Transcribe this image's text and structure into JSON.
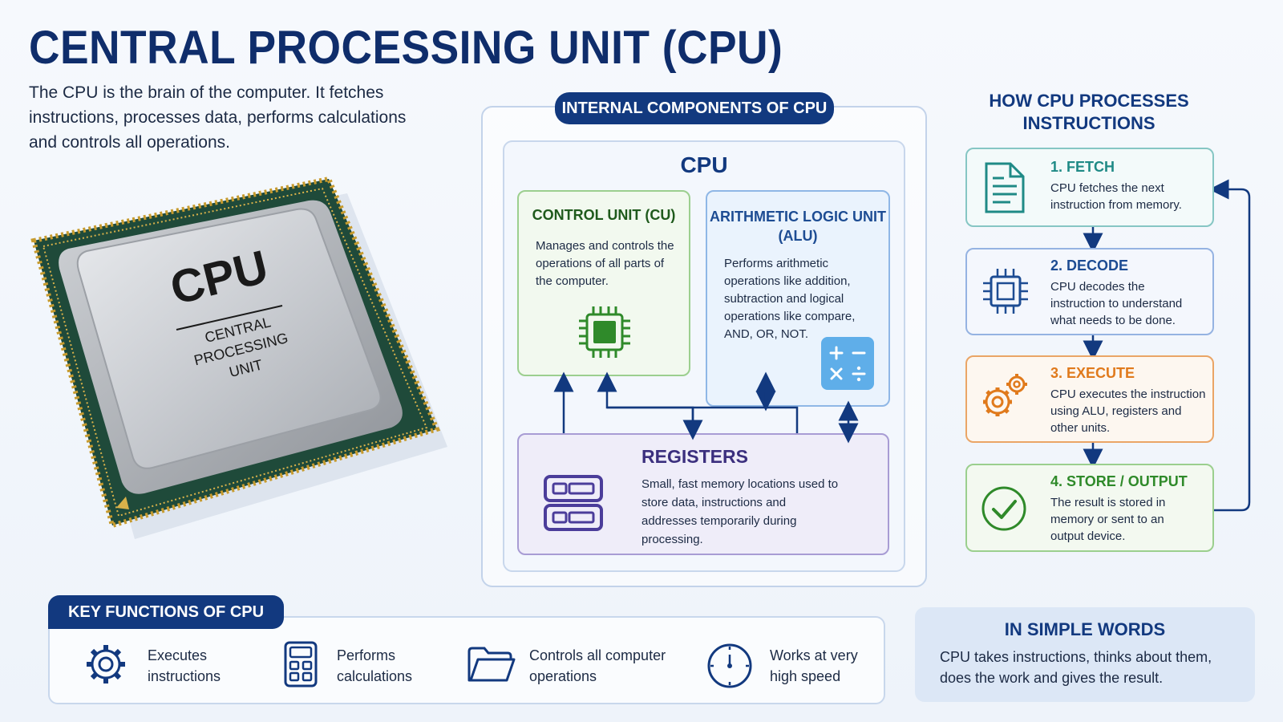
{
  "header": {
    "title": "CENTRAL PROCESSING UNIT (CPU)",
    "intro": "The CPU is the brain of the computer. It fetches instructions, processes data, performs calculations and controls all operations."
  },
  "chip_image": {
    "label_big": "CPU",
    "label_small": [
      "CENTRAL",
      "PROCESSING",
      "UNIT"
    ]
  },
  "internal": {
    "heading": "INTERNAL COMPONENTS OF CPU",
    "cpu_label": "CPU",
    "control_unit": {
      "title": "CONTROL UNIT (CU)",
      "desc": "Manages and controls the operations of all parts of the computer.",
      "icon": "microchip-icon"
    },
    "alu": {
      "title": "ARITHMETIC LOGIC UNIT (ALU)",
      "desc": "Performs arithmetic operations like addition, subtraction and logical operations like compare, AND, OR, NOT.",
      "icon": "calculator-symbols-icon"
    },
    "registers": {
      "title": "REGISTERS",
      "desc": "Small, fast memory locations used to store data, instructions and addresses temporarily during processing.",
      "icon": "registers-stack-icon"
    }
  },
  "process": {
    "heading": "HOW CPU PROCESSES INSTRUCTIONS",
    "steps": [
      {
        "title": "1. FETCH",
        "desc": "CPU fetches the next instruction from memory.",
        "icon": "document-icon",
        "color": "#1f8a86"
      },
      {
        "title": "2. DECODE",
        "desc": "CPU decodes the instruction to understand what needs to be done.",
        "icon": "chip-icon",
        "color": "#1d4c93"
      },
      {
        "title": "3. EXECUTE",
        "desc": "CPU executes the instruction using ALU, registers and other units.",
        "icon": "gears-icon",
        "color": "#e07a1c"
      },
      {
        "title": "4. STORE / OUTPUT",
        "desc": "The result is stored in memory or sent to an output device.",
        "icon": "check-circle-icon",
        "color": "#2f8a2a"
      }
    ]
  },
  "key_functions": {
    "heading": "KEY FUNCTIONS OF CPU",
    "items": [
      {
        "label": "Executes instructions",
        "icon": "gear-icon"
      },
      {
        "label": "Performs calculations",
        "icon": "calculator-icon"
      },
      {
        "label": "Controls all computer operations",
        "icon": "folder-icon"
      },
      {
        "label": "Works at very high speed",
        "icon": "stopwatch-icon"
      }
    ]
  },
  "simple_words": {
    "heading": "IN SIMPLE WORDS",
    "text": "CPU takes instructions, thinks about them, does the work and gives the result."
  },
  "colors": {
    "navy": "#12397f",
    "green": "#2f8a2a",
    "teal": "#1f8a86",
    "orange": "#e07a1c",
    "purple": "#3b2f7e"
  }
}
